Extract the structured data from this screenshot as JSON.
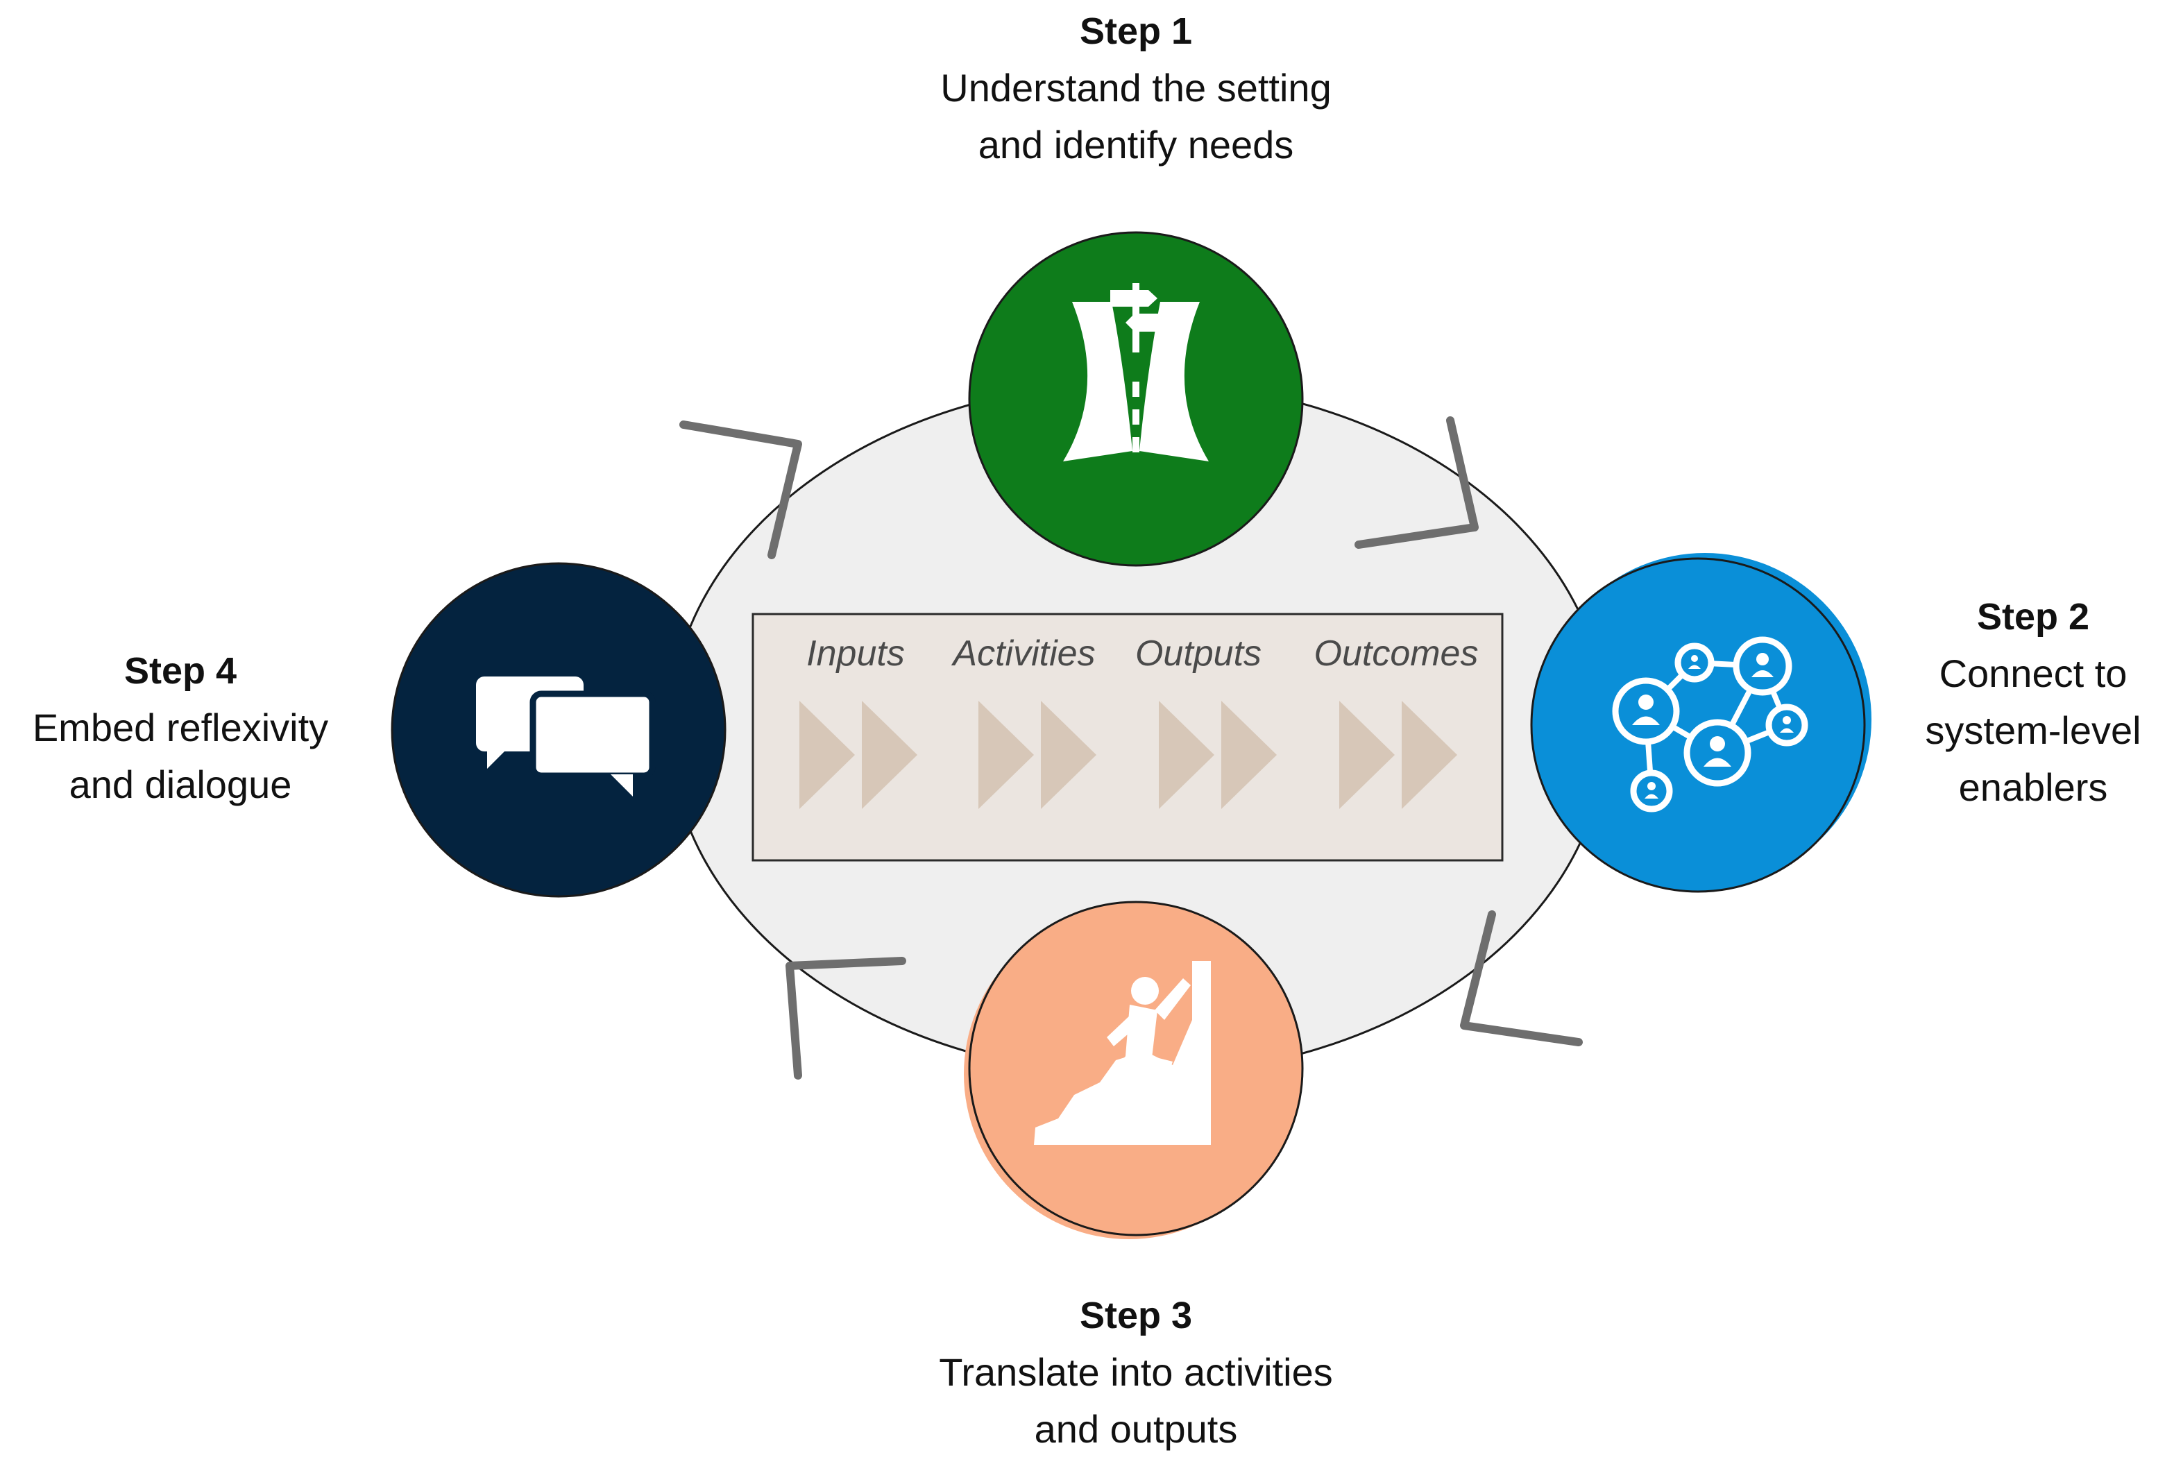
{
  "steps": [
    {
      "title": "Step 1",
      "lines": [
        "Understand the setting",
        "and identify needs"
      ],
      "color": "#0e7c1b",
      "icon": "crossroads-signpost-icon"
    },
    {
      "title": "Step 2",
      "lines": [
        "Connect to",
        "system-level",
        "enablers"
      ],
      "color": "#0a8fd8",
      "icon": "people-network-icon"
    },
    {
      "title": "Step 3",
      "lines": [
        "Translate into activities",
        "and outputs"
      ],
      "color": "#f9ad86",
      "icon": "climber-icon"
    },
    {
      "title": "Step 4",
      "lines": [
        "Embed reflexivity",
        "and dialogue"
      ],
      "color": "#04233f",
      "icon": "chat-bubbles-icon"
    }
  ],
  "stages": [
    "Inputs",
    "Activities",
    "Outputs",
    "Outcomes"
  ],
  "colors": {
    "cycle_fill": "#efefef",
    "stage_box": "#ebe5e0",
    "chevron": "#d7c7b8",
    "arrow": "#6e6e6e"
  }
}
